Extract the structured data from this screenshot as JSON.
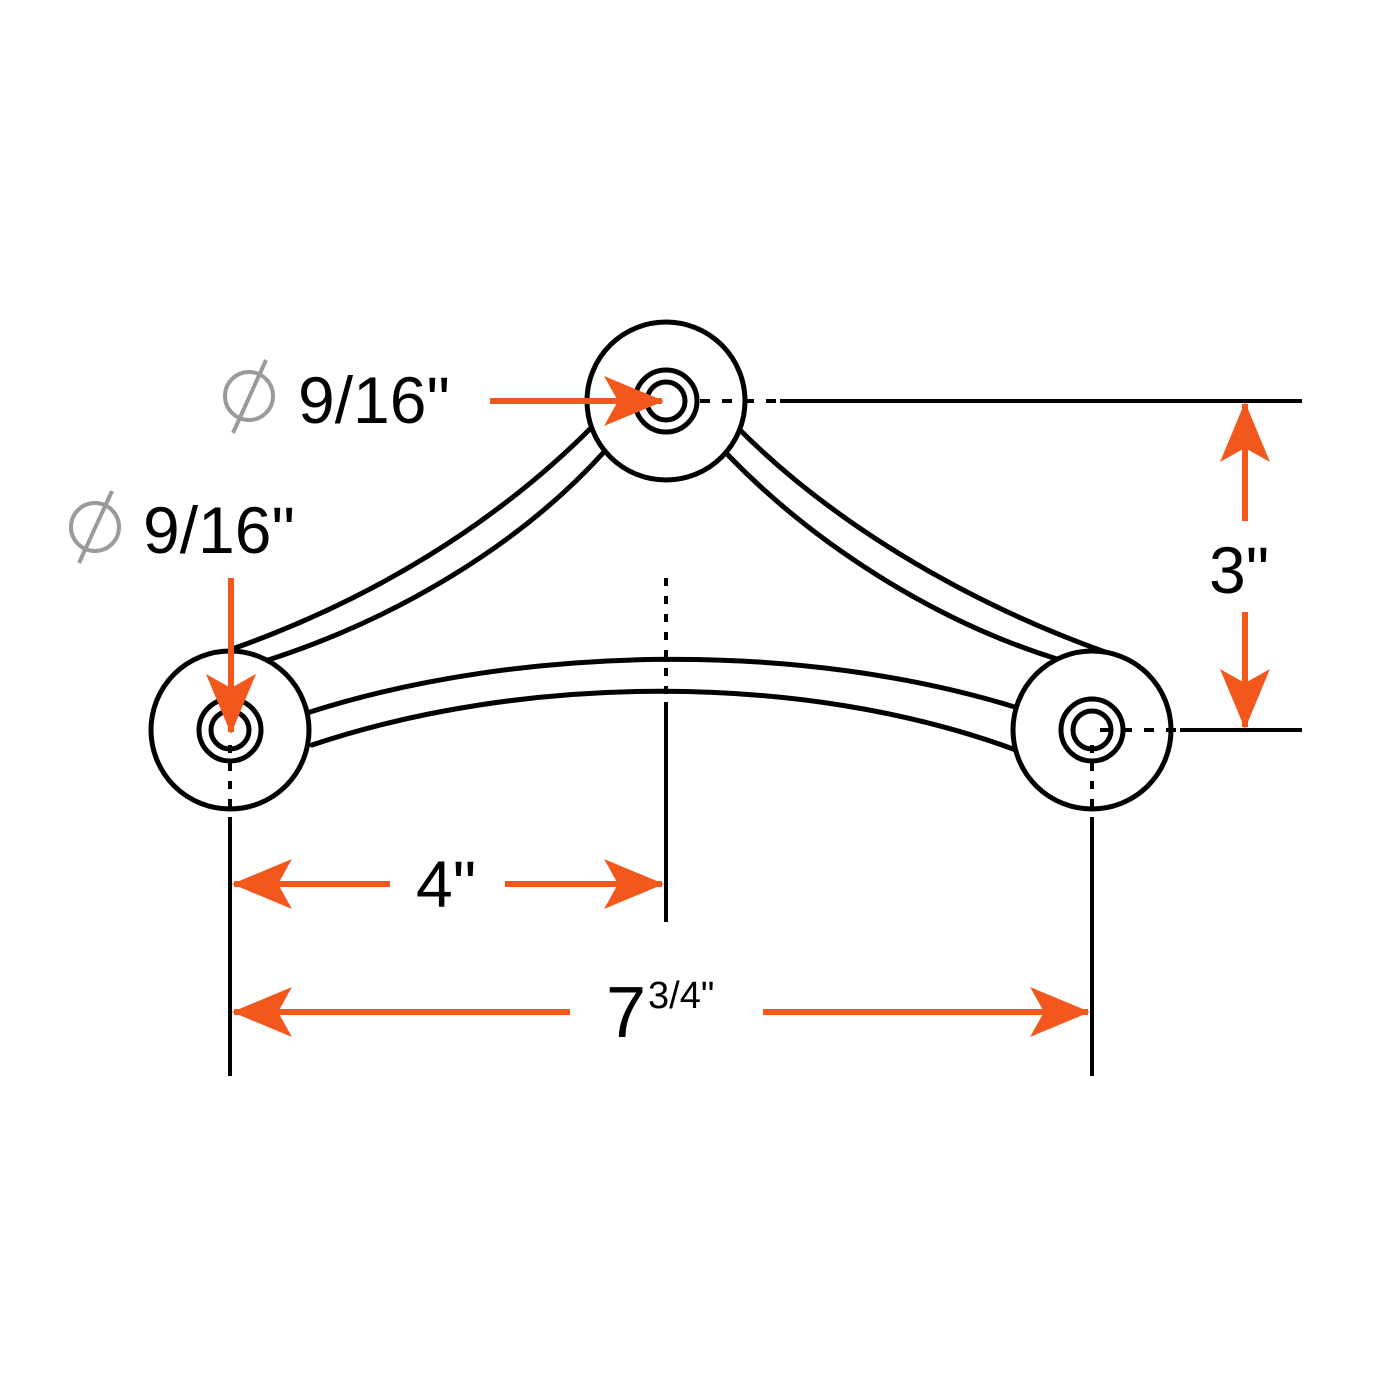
{
  "colors": {
    "line": "#000000",
    "arrow": "#f2581c",
    "diameter_symbol": "#9a9a9a",
    "background": "#ffffff"
  },
  "labels": {
    "top_hole_diameter_symbol": "∅",
    "top_hole_diameter": "9/16\"",
    "left_hole_diameter_symbol": "∅",
    "left_hole_diameter": "9/16\"",
    "height": "3\"",
    "center_offset": "4\"",
    "overall_width_whole": "7",
    "overall_width_fraction": "3/4\""
  }
}
